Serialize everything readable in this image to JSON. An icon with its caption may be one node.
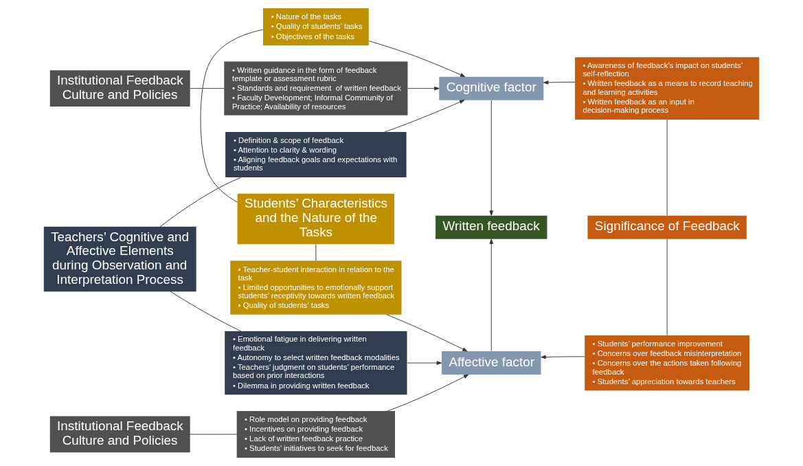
{
  "diagram": {
    "nodes": [
      {
        "text": [
          "Institutional Feedback Culture and Policies"
        ]
      },
      {
        "text": [
          "• Written guidance in the form of feedback template or assessment rubric",
          "• Standards and requirement  of written feedback",
          "• Faculty Development; Informal Community of Practice; Availability of resources"
        ]
      },
      {
        "text": [
          "Cognitive factor"
        ]
      },
      {
        "text": [
          "• Definition & scope of feedback",
          "• Attention to clarity & wording",
          "• Aligning feedback goals and expectations with students"
        ]
      },
      {
        "text": [
          "• Nature of the tasks",
          "• Quality of students’ tasks",
          "• Objectives of the tasks"
        ]
      },
      {
        "text": [
          "• Awareness of feedback’s impact on students’ self-reflection",
          "• Written feedback as a means to record teaching and learning activities",
          "• Written feedback as an input in decision-making process"
        ]
      },
      {
        "text": [
          "Teachers’ Cognitive and Affective Elements during Observation and Interpretation Process"
        ]
      },
      {
        "text": [
          "Students’ Characteristics and the Nature of the Tasks"
        ]
      },
      {
        "text": [
          "Written feedback"
        ]
      },
      {
        "text": [
          "Significance of Feedback"
        ]
      },
      {
        "text": [
          "• Emotional fatigue in delivering written feedback",
          "• Autonomy to select written feedback modalities",
          "• Teachers’ judgment on students’ performance based on prior interactions",
          "• Dilemma in providing written feedback"
        ]
      },
      {
        "text": [
          "• Teacher-student interaction in relation to the task",
          "• Limited opportunities to emotionally support students’ receptivity towards written feedback",
          "• Quality of students’ tasks"
        ]
      },
      {
        "text": [
          "• Students’ performance improvement",
          "• Concerns over feedback misinterpretation",
          "• Concerns over the actions taken following feedback",
          "• Students’ appreciation towards teachers"
        ]
      },
      {
        "text": [
          "Affective factor"
        ]
      },
      {
        "text": [
          "Institutional Feedback Culture and Policies"
        ]
      },
      {
        "text": [
          "• Role model on providing feedback",
          "• Incentives on providing feedback",
          "• Lack of written feedback practice",
          "• Students’ initiatives to seek for feedback"
        ]
      }
    ],
    "edges": [
      {
        "from": 0,
        "to": 1,
        "arrow": "none"
      },
      {
        "from": 1,
        "to": 2,
        "arrow": "to"
      },
      {
        "from": 3,
        "to": 2,
        "arrow": "to"
      },
      {
        "from": 4,
        "to": 2,
        "arrow": "to"
      },
      {
        "from": 5,
        "to": 2,
        "arrow": "to"
      },
      {
        "from": 2,
        "to": 8,
        "arrow": "to"
      },
      {
        "from": 13,
        "to": 8,
        "arrow": "to"
      },
      {
        "from": 6,
        "to": 3,
        "arrow": "none"
      },
      {
        "from": 6,
        "to": 10,
        "arrow": "none"
      },
      {
        "from": 7,
        "to": 4,
        "arrow": "none"
      },
      {
        "from": 7,
        "to": 11,
        "arrow": "none"
      },
      {
        "from": 9,
        "to": 5,
        "arrow": "none"
      },
      {
        "from": 9,
        "to": 12,
        "arrow": "none"
      },
      {
        "from": 10,
        "to": 13,
        "arrow": "to"
      },
      {
        "from": 11,
        "to": 13,
        "arrow": "to"
      },
      {
        "from": 12,
        "to": 13,
        "arrow": "to"
      },
      {
        "from": 14,
        "to": 15,
        "arrow": "none"
      },
      {
        "from": 15,
        "to": 13,
        "arrow": "to"
      }
    ]
  }
}
